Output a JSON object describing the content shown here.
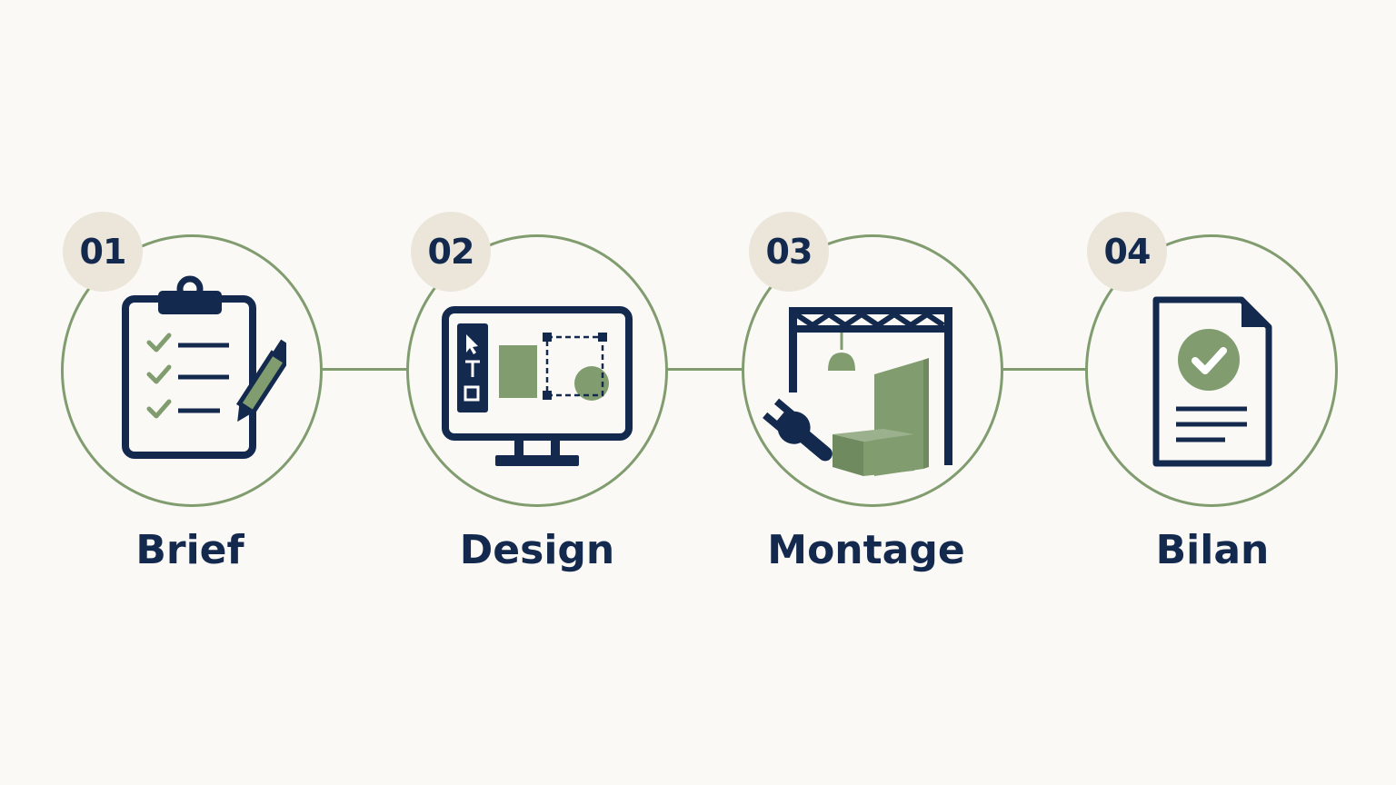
{
  "colors": {
    "background": "#faf9f5",
    "navy": "#14294e",
    "green": "#819d70",
    "badge": "#ebe5da"
  },
  "steps": [
    {
      "number": "01",
      "label": "Brief",
      "icon": "clipboard-checklist-pencil-icon"
    },
    {
      "number": "02",
      "label": "Design",
      "icon": "monitor-design-tools-icon"
    },
    {
      "number": "03",
      "label": "Montage",
      "icon": "truss-wrench-construction-icon"
    },
    {
      "number": "04",
      "label": "Bilan",
      "icon": "document-check-report-icon"
    }
  ]
}
